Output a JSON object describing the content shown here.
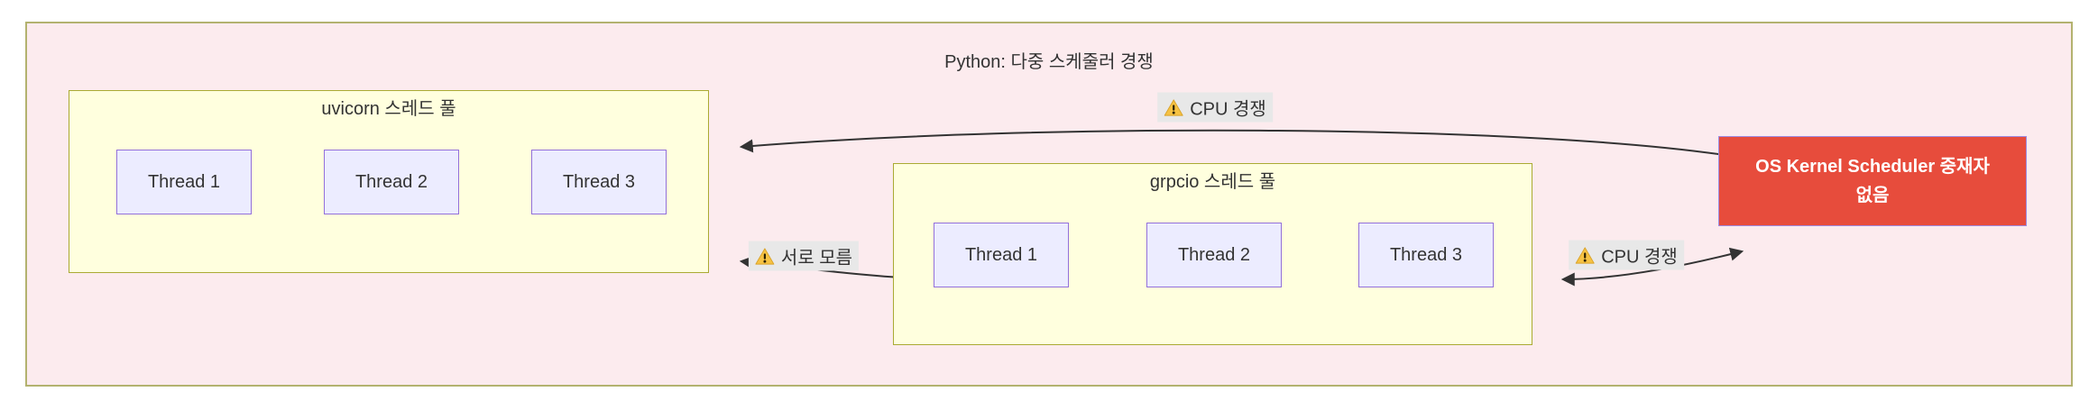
{
  "diagram": {
    "title": "Python: 다중 스케줄러 경쟁",
    "clusters": [
      {
        "id": "uvicorn-pool",
        "title": "uvicorn 스레드 풀",
        "threads": [
          "Thread 1",
          "Thread 2",
          "Thread 3"
        ]
      },
      {
        "id": "grpcio-pool",
        "title": "grpcio 스레드 풀",
        "threads": [
          "Thread 1",
          "Thread 2",
          "Thread 3"
        ]
      }
    ],
    "nodes": [
      {
        "id": "kernel-scheduler",
        "lines": [
          "OS Kernel Scheduler 중재자",
          "없음"
        ]
      }
    ],
    "edges": [
      {
        "from": "uvicorn-pool",
        "to": "kernel-scheduler",
        "icon": "warning-icon",
        "label": "CPU 경쟁",
        "bidirectional": true
      },
      {
        "from": "uvicorn-pool",
        "to": "grpcio-pool",
        "icon": "warning-icon",
        "label": "서로 모름",
        "bidirectional": true
      },
      {
        "from": "grpcio-pool",
        "to": "kernel-scheduler",
        "icon": "warning-icon",
        "label": "CPU 경쟁",
        "bidirectional": true
      }
    ]
  },
  "colors": {
    "canvas-bg": "#ffffff",
    "outer-fill": "#fcebee",
    "outer-border": "#b3b26f",
    "cluster-fill": "#ffffde",
    "cluster-border": "#aaaa33",
    "thread-fill": "#ececff",
    "thread-border": "#9370db",
    "kernel-fill": "#e74c3c",
    "kernel-border": "#9d8ae0",
    "kernel-text": "#ffffff",
    "edge-color": "#333333",
    "edge-label-bg": "#e8e8e8",
    "text-color": "#333333",
    "warning-fill": "#f6c243"
  }
}
